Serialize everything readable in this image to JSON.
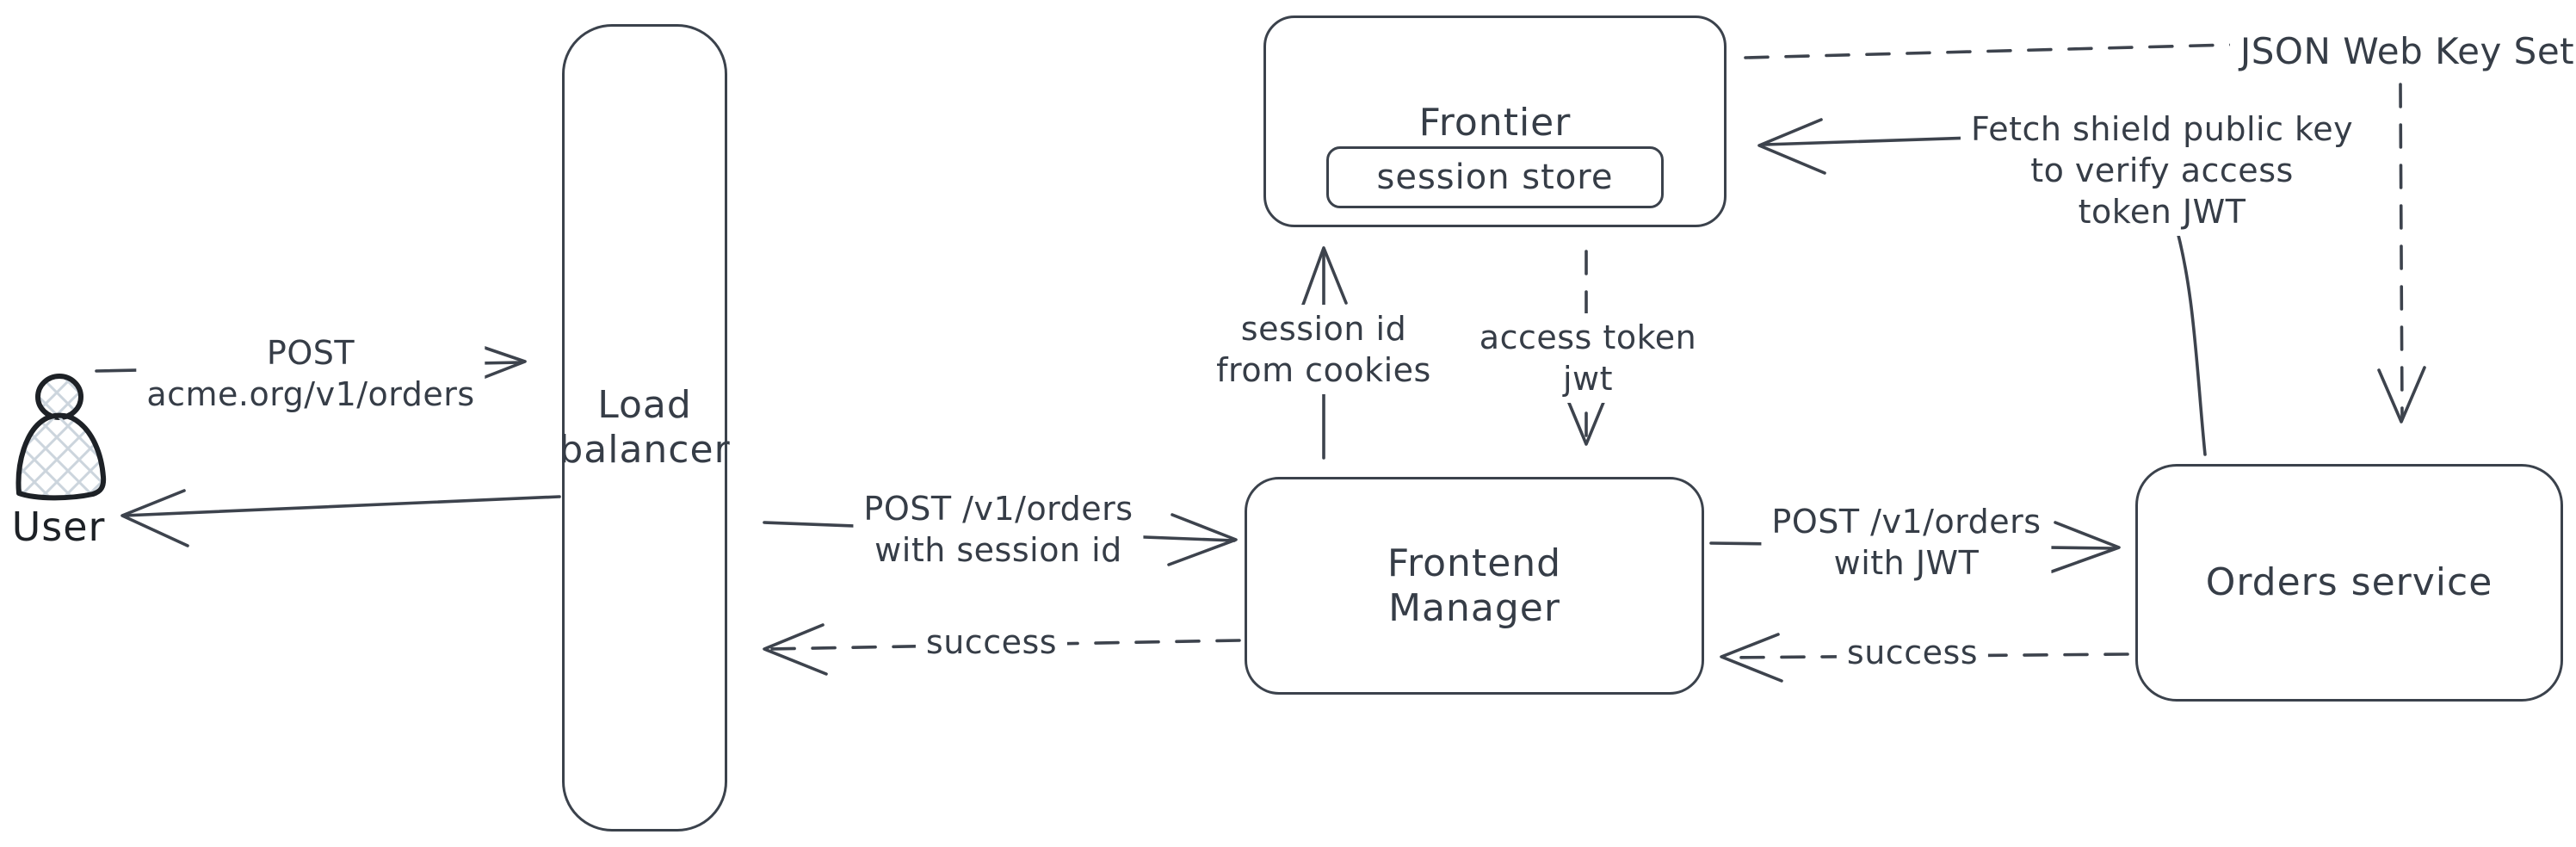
{
  "diagram": {
    "nodes": {
      "user": {
        "label": "User"
      },
      "load_balancer": {
        "line1": "Load",
        "line2": "balancer"
      },
      "frontier": {
        "label": "Frontier",
        "session_store_label": "session store"
      },
      "frontend_manager": {
        "line1": "Frontend",
        "line2": "Manager"
      },
      "orders_service": {
        "label": "Orders service"
      }
    },
    "edges": {
      "user_to_lb": {
        "line1": "POST",
        "line2": "acme.org/v1/orders"
      },
      "lb_to_fm": {
        "line1": "POST /v1/orders",
        "line2": "with session id"
      },
      "fm_to_lb": {
        "label": "success"
      },
      "fm_to_frontier": {
        "line1": "session id",
        "line2": "from cookies"
      },
      "frontier_to_fm": {
        "line1": "access token",
        "line2": "jwt"
      },
      "fm_to_orders": {
        "line1": "POST /v1/orders",
        "line2": "with JWT"
      },
      "orders_to_fm": {
        "label": "success"
      },
      "orders_to_frontier": {
        "line1": "Fetch shield public key",
        "line2": "to verify access",
        "line3": "token JWT"
      },
      "frontier_to_jwks": {
        "label": "JSON Web Key Set"
      }
    },
    "colors": {
      "stroke": "#3d434d",
      "icon_stroke": "#1d2126",
      "hatch_fill_lines": "#ccd5dd",
      "background": "#ffffff"
    }
  }
}
